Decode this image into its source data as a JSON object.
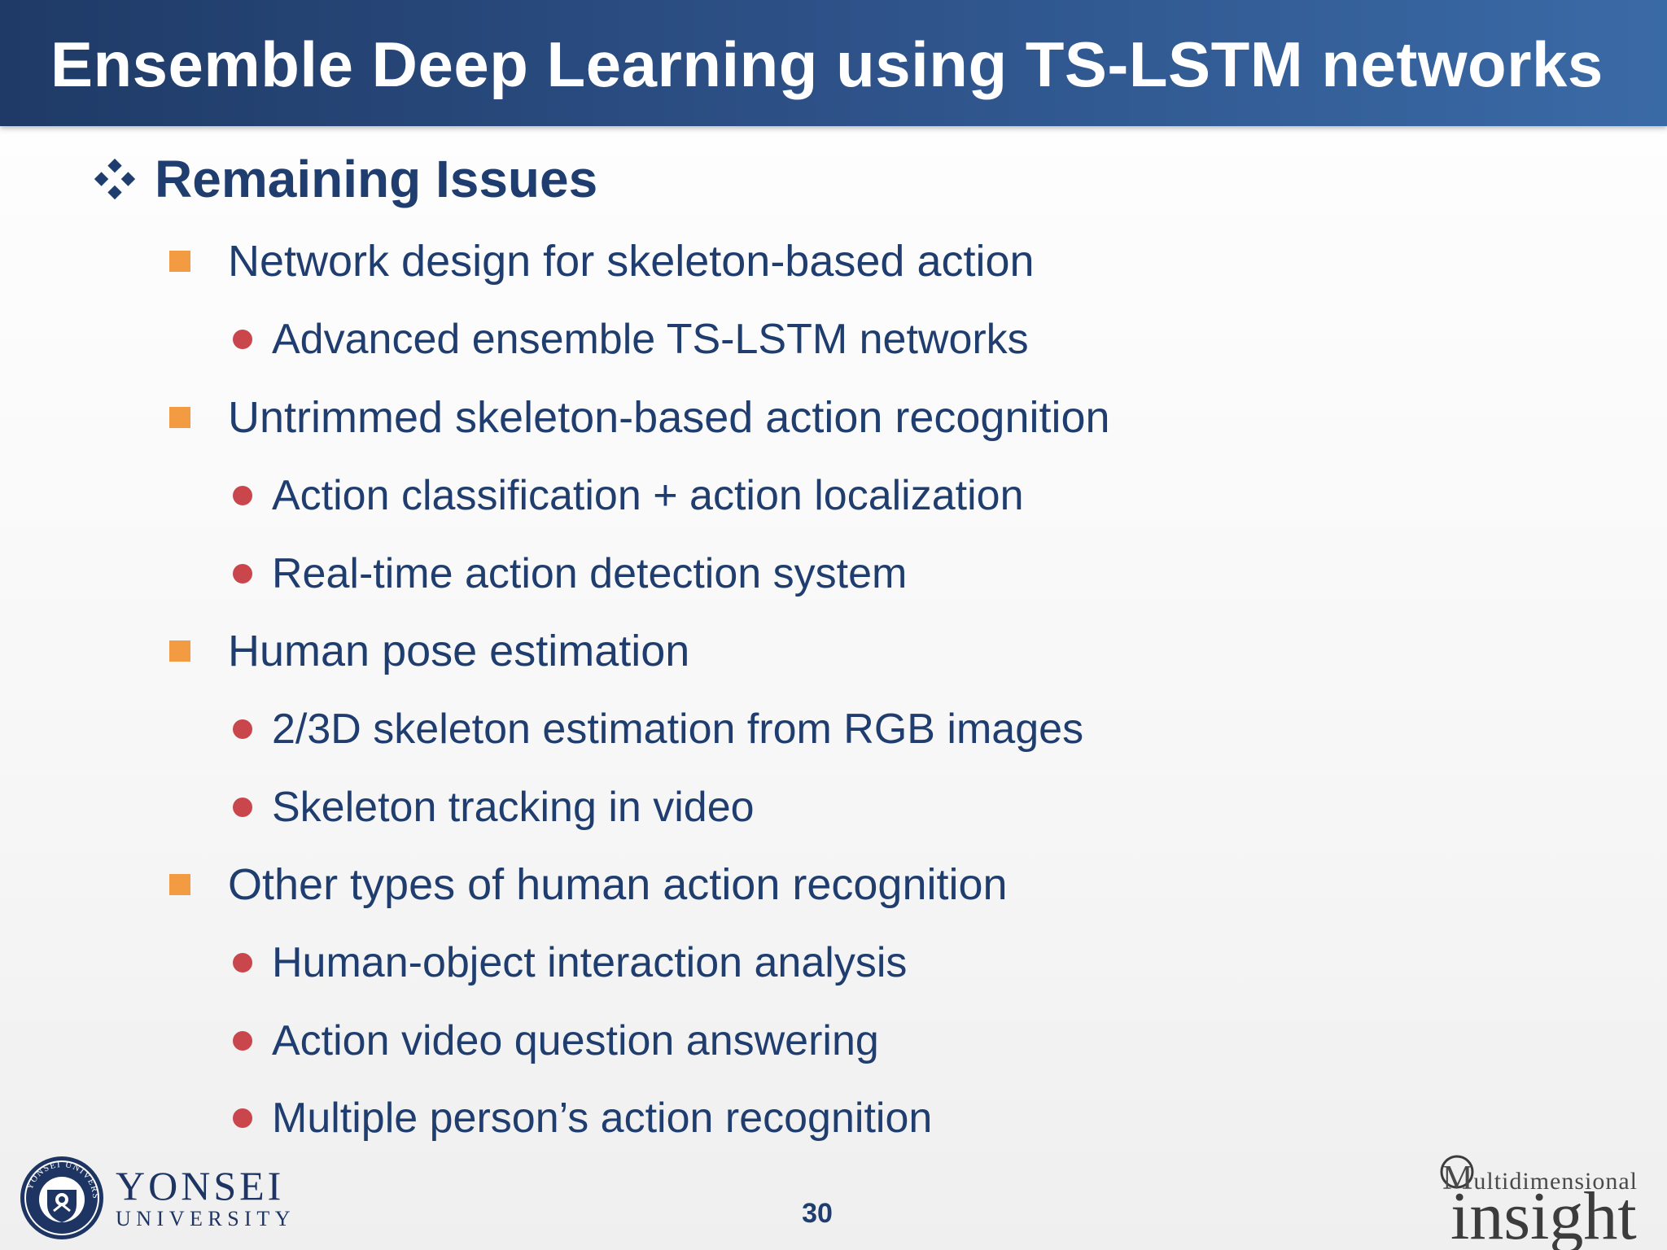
{
  "slide": {
    "title": "Ensemble Deep Learning using TS-LSTM networks",
    "heading": "Remaining Issues",
    "sections": [
      {
        "label": "Network design for skeleton-based action",
        "items": [
          "Advanced ensemble TS-LSTM networks"
        ]
      },
      {
        "label": "Untrimmed skeleton-based action recognition",
        "items": [
          "Action classification + action localization",
          "Real-time action detection system"
        ]
      },
      {
        "label": "Human pose estimation",
        "items": [
          "2/3D skeleton estimation from RGB images",
          "Skeleton tracking in video"
        ]
      },
      {
        "label": "Other types of human action recognition",
        "items": [
          "Human-object interaction analysis",
          "Action video question answering",
          "Multiple person’s action recognition"
        ]
      }
    ],
    "page_number": "30"
  },
  "footer": {
    "university_name": "YONSEI",
    "university_sub": "UNIVERSITY",
    "seal_text": "YONSEI UNIVERSITY",
    "lab_logo_top_initial": "M",
    "lab_logo_top_rest": "ultidimensional",
    "lab_logo_bottom": "insight"
  },
  "colors": {
    "title_bar": "#2c4f85",
    "text": "#1f3d6e",
    "square_bullet": "#f39b43",
    "dot_bullet": "#c9474c"
  },
  "icons": {
    "heading_bullet": "four-diamond-icon",
    "level1_bullet": "orange-square-icon",
    "level2_bullet": "red-dot-icon"
  }
}
